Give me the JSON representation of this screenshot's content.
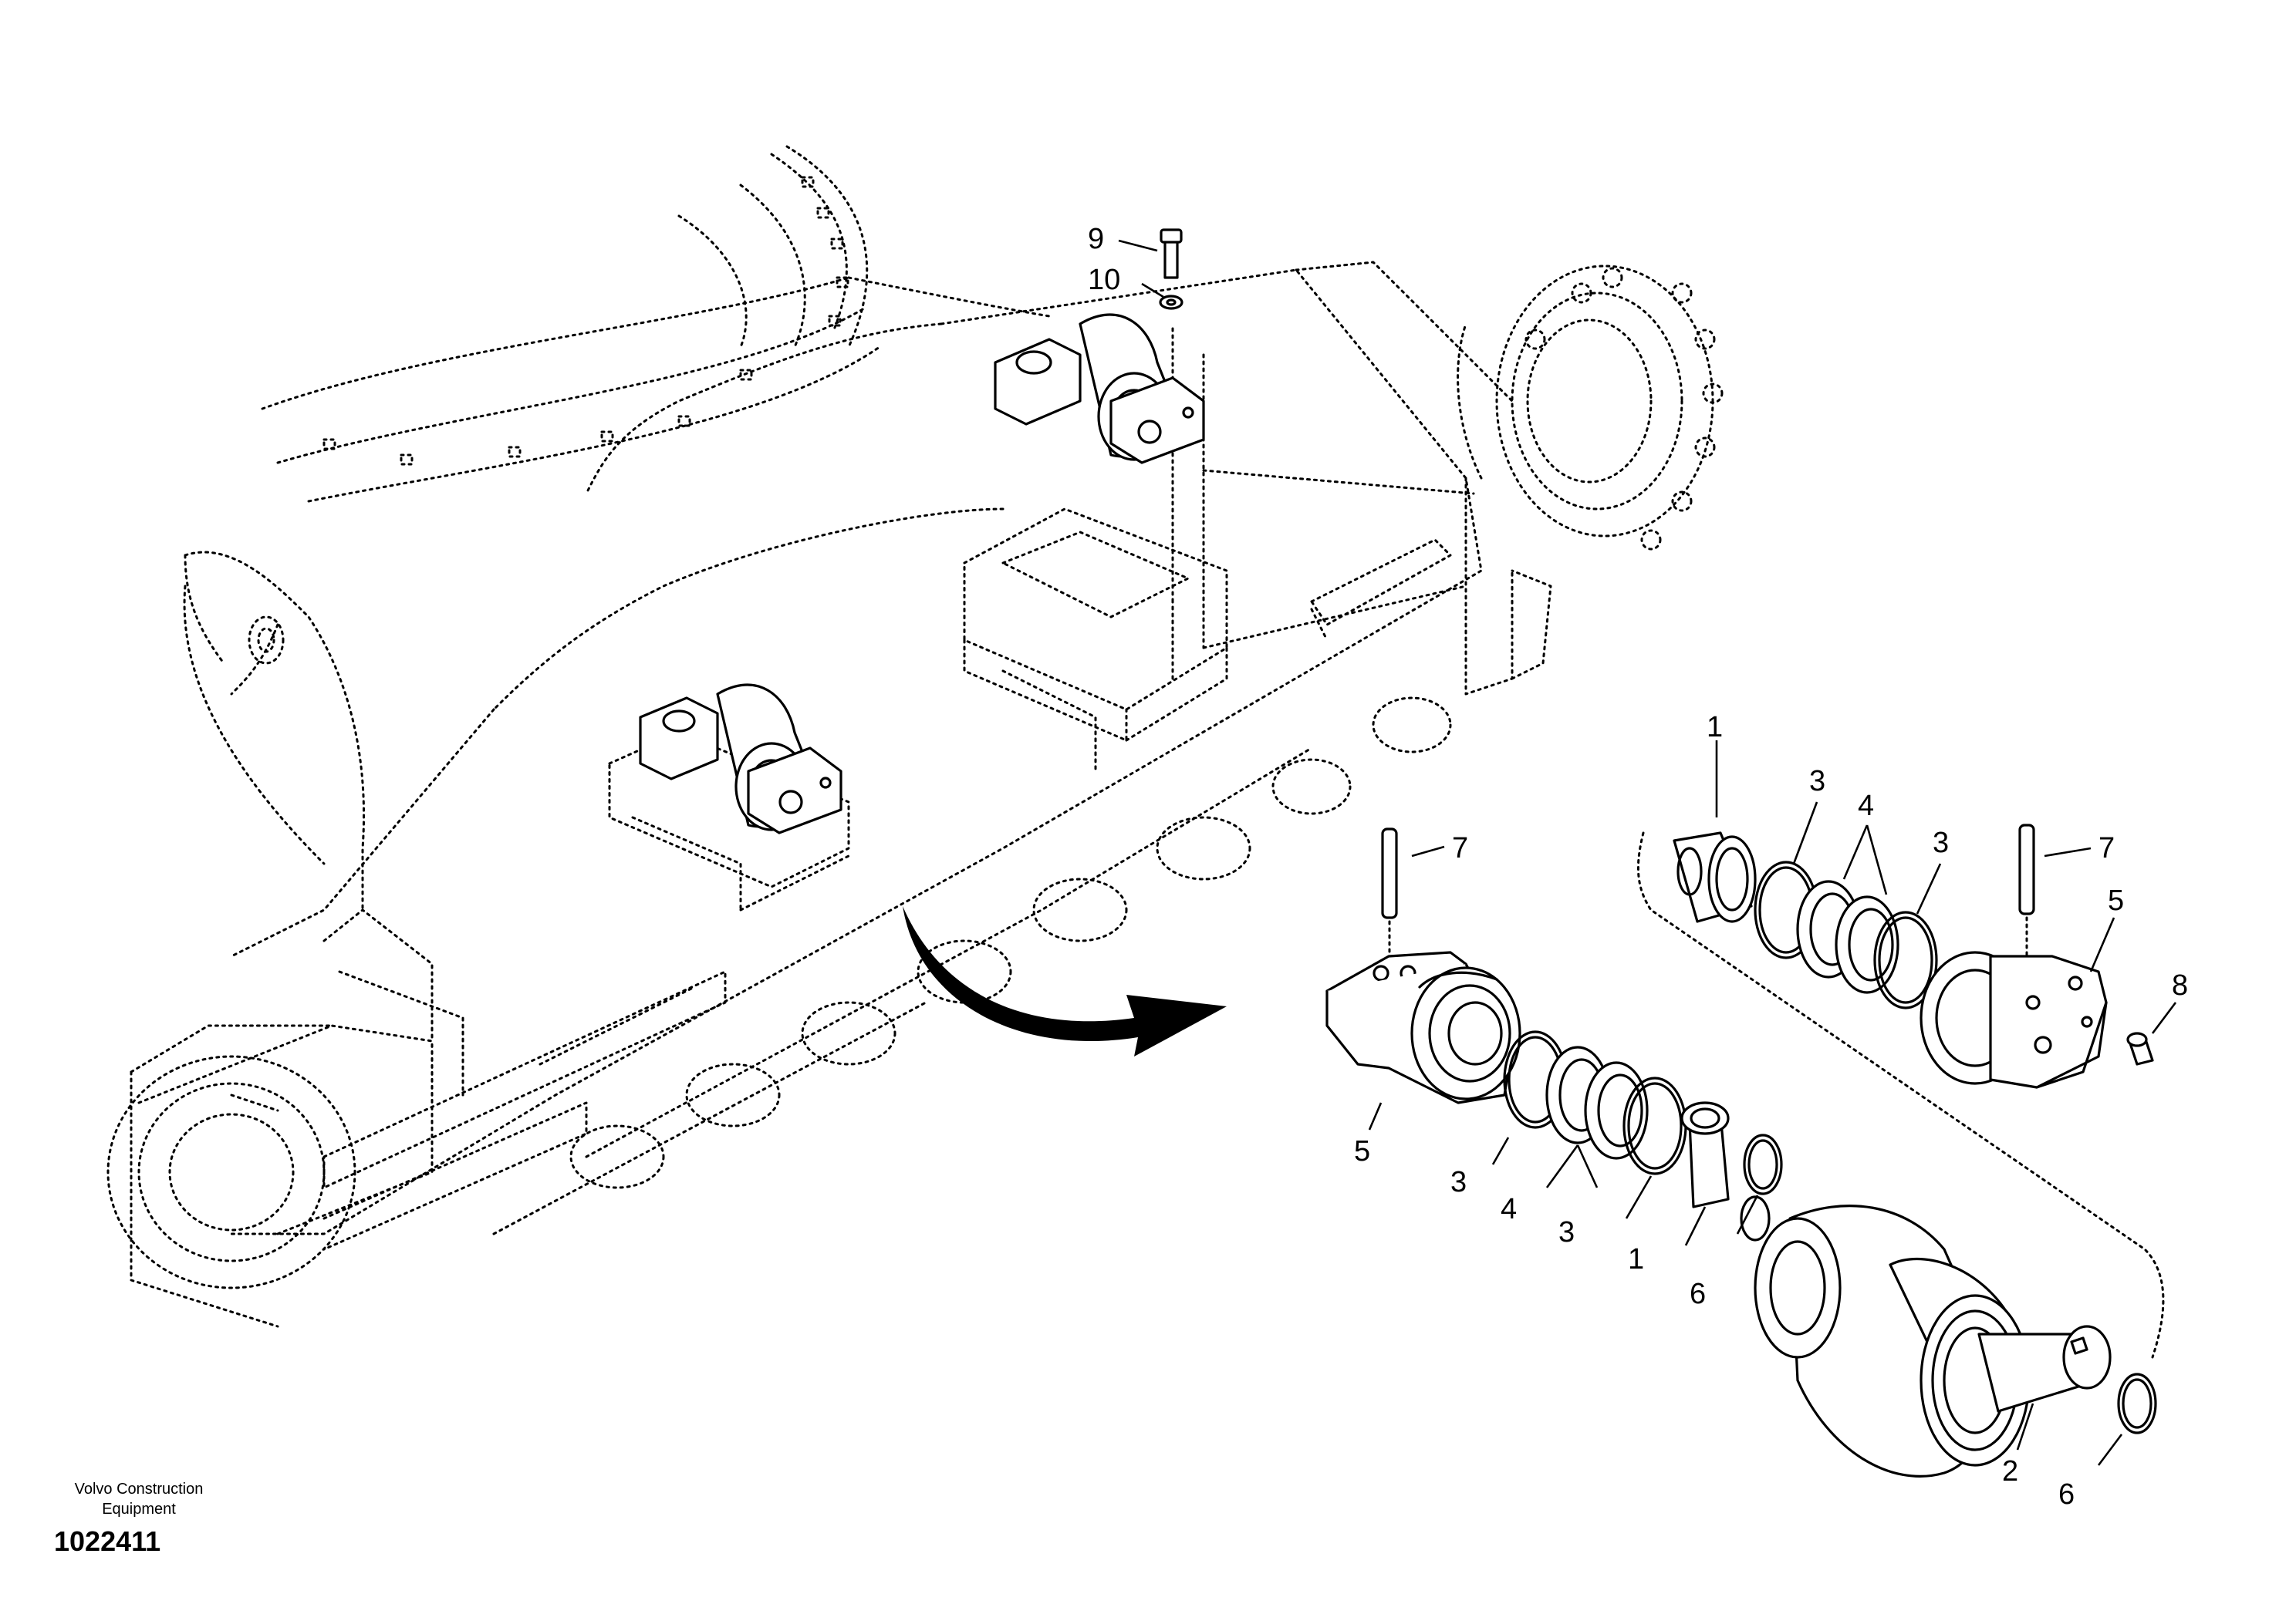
{
  "brand": {
    "line1": "Volvo Construction",
    "line2": "Equipment"
  },
  "drawing_number": "1022411",
  "callouts": {
    "c9": "9",
    "c10": "10",
    "left_c7": "7",
    "left_c5": "5",
    "left_c3a": "3",
    "left_c4": "4",
    "left_c3b": "3",
    "left_c1": "1",
    "left_c6": "6",
    "right_c1": "1",
    "right_c3a": "3",
    "right_c4": "4",
    "right_c3b": "3",
    "right_c7": "7",
    "right_c5": "5",
    "right_c8": "8",
    "right_c2": "2",
    "right_c6": "6"
  }
}
